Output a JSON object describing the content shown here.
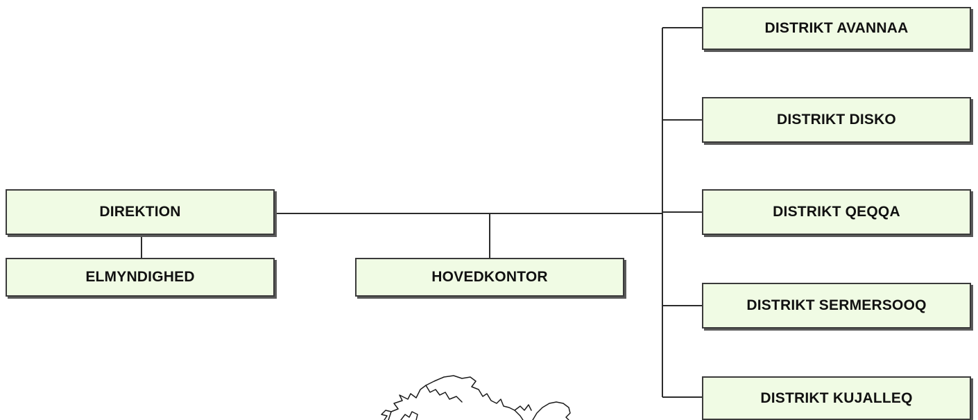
{
  "diagram": {
    "nodes": {
      "direktion": "DIREKTION",
      "elmyndighed": "ELMYNDIGHED",
      "hovedkontor": "HOVEDKONTOR",
      "avannaa": "DISTRIKT AVANNAA",
      "disko": "DISTRIKT DISKO",
      "qeqqa": "DISTRIKT QEQQA",
      "sermersooq": "DISTRIKT SERMERSOOQ",
      "kujalleq": "DISTRIKT KUJALLEQ"
    },
    "edges": [
      [
        "direktion",
        "elmyndighed"
      ],
      [
        "direktion",
        "hovedkontor"
      ],
      [
        "direktion",
        "avannaa"
      ],
      [
        "direktion",
        "disko"
      ],
      [
        "direktion",
        "qeqqa"
      ],
      [
        "direktion",
        "sermersooq"
      ],
      [
        "direktion",
        "kujalleq"
      ]
    ],
    "colors": {
      "node_fill": "#f0fbe4",
      "node_border": "#3a3a3a",
      "connector": "#2b2b2b"
    },
    "decoration": "greenland-map-outline"
  }
}
